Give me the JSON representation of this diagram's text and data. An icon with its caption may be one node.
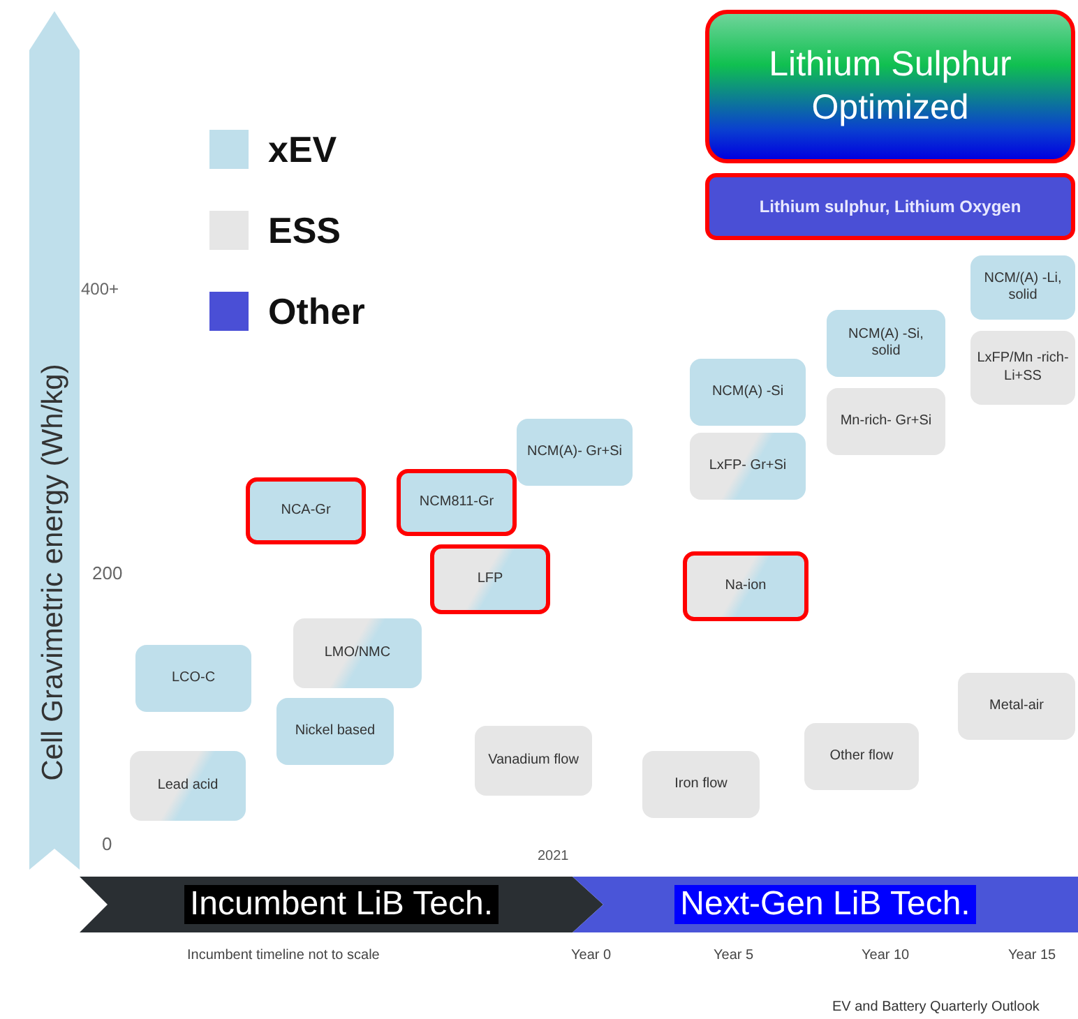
{
  "diagram": {
    "nodes": [
      {
        "text": [
          "Lithium Sulphur Optimized"
        ]
      },
      {
        "text": [
          "Lithium sulphur, Lithium Oxygen"
        ]
      },
      {
        "text": [
          "NCM/(A) -Li, solid"
        ]
      },
      {
        "text": [
          "LxFP/Mn -rich- Li+SS"
        ]
      },
      {
        "text": [
          "NCM(A) -Si, solid"
        ]
      },
      {
        "text": [
          "Mn-rich- Gr+Si"
        ]
      },
      {
        "text": [
          "NCM(A) -Si"
        ]
      },
      {
        "text": [
          "LxFP- Gr+Si"
        ]
      },
      {
        "text": [
          "NCM(A)- Gr+Si"
        ]
      },
      {
        "text": [
          "NCA-Gr"
        ]
      },
      {
        "text": [
          "NCM811-Gr"
        ]
      },
      {
        "text": [
          "LFP"
        ]
      },
      {
        "text": [
          "Na-ion"
        ]
      },
      {
        "text": [
          "LMO/NMC"
        ]
      },
      {
        "text": [
          "LCO-C"
        ]
      },
      {
        "text": [
          "Nickel based"
        ]
      },
      {
        "text": [
          "Lead acid"
        ]
      },
      {
        "text": [
          "Vanadium flow"
        ]
      },
      {
        "text": [
          "Iron flow"
        ]
      },
      {
        "text": [
          "Other flow"
        ]
      },
      {
        "text": [
          "Metal-air"
        ]
      },
      {
        "text": [
          "Incumbent LiB Tech."
        ]
      },
      {
        "text": [
          "Next-Gen LiB Tech."
        ]
      }
    ],
    "labels": [
      "Cell Gravimetric energy (Wh/kg)",
      "400+",
      "200",
      "0",
      "2021",
      "Incumbent timeline not to scale",
      "Year 0",
      "Year 5",
      "Year 10",
      "Year 15",
      "EV and Battery Quarterly Outlook"
    ],
    "legend": [
      {
        "text": "xEV",
        "color": "#bfdfeb"
      },
      {
        "text": "ESS",
        "color": "#e6e6e6"
      },
      {
        "text": "Other",
        "color": "#4a4fd6"
      }
    ]
  }
}
